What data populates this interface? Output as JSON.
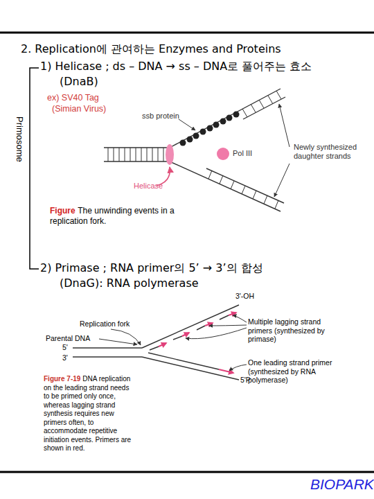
{
  "diagram": {
    "title": "2. Replication에 관여하는 Enzymes and Proteins",
    "labels": [
      "1) Helicase ; ds – DNA → ss – DNA로 풀어주는 효소",
      "(DnaB)",
      "ex) SV40 Tag",
      "(Simian Virus)",
      "Primosome",
      "ssb protein",
      "Pol III",
      "Newly synthesized daughter strands",
      "Helicase",
      "Figure",
      "The unwinding events in a replication fork.",
      "2) Primase ; RNA primer의 5’ → 3’의 합성",
      "(DnaG): RNA polymerase",
      "3'-OH",
      "Replication fork",
      "Parental DNA",
      "5'",
      "3'",
      "Multiple lagging strand primers (synthesized by primase)",
      "One leading strand primer (synthesized by RNA polymerase)",
      "5'P",
      "Figure 7-19",
      "DNA replication on the leading strand needs to be primed only once, whereas lagging strand synthesis requires new primers often, to accommodate repetitive initiation events. Primers are shown in red.",
      "BIOPARK"
    ]
  }
}
